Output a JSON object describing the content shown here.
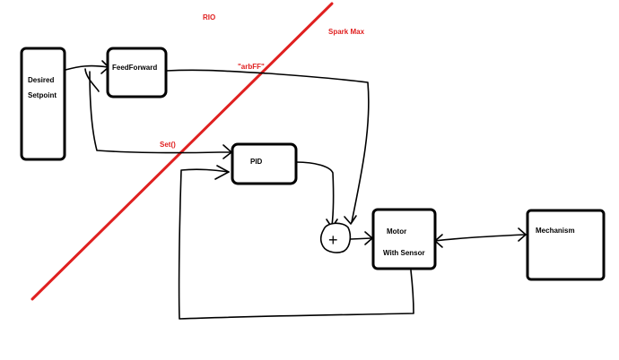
{
  "colors": {
    "ink": "#000000",
    "accent": "#e02020"
  },
  "regions": {
    "rio": "RIO",
    "spark_max": "Spark Max"
  },
  "blocks": {
    "desired_setpoint": {
      "line1": "Desired",
      "line2": "Setpoint"
    },
    "feedforward": {
      "label": "FeedForward"
    },
    "pid": {
      "label": "PID"
    },
    "motor": {
      "line1": "Motor",
      "line2": "With Sensor"
    },
    "mechanism": {
      "label": "Mechanism"
    }
  },
  "signals": {
    "arb_ff": "\"arbFF\"",
    "set": "Set()"
  },
  "summing_junction": {
    "symbol": "+"
  }
}
